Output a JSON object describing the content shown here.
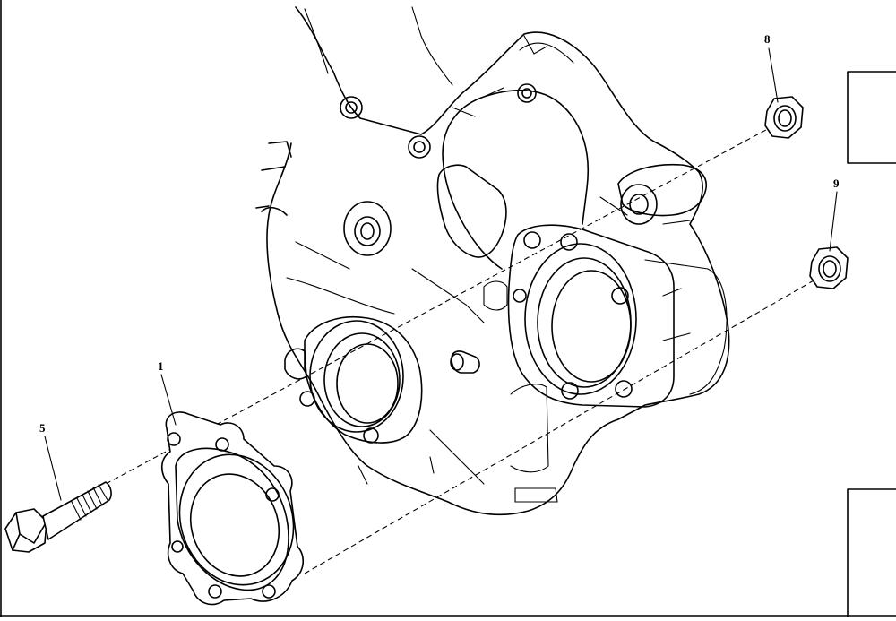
{
  "diagram": {
    "callouts": [
      {
        "id": "1",
        "label": "1"
      },
      {
        "id": "5",
        "label": "5"
      },
      {
        "id": "8",
        "label": "8"
      },
      {
        "id": "9",
        "label": "9"
      }
    ]
  }
}
